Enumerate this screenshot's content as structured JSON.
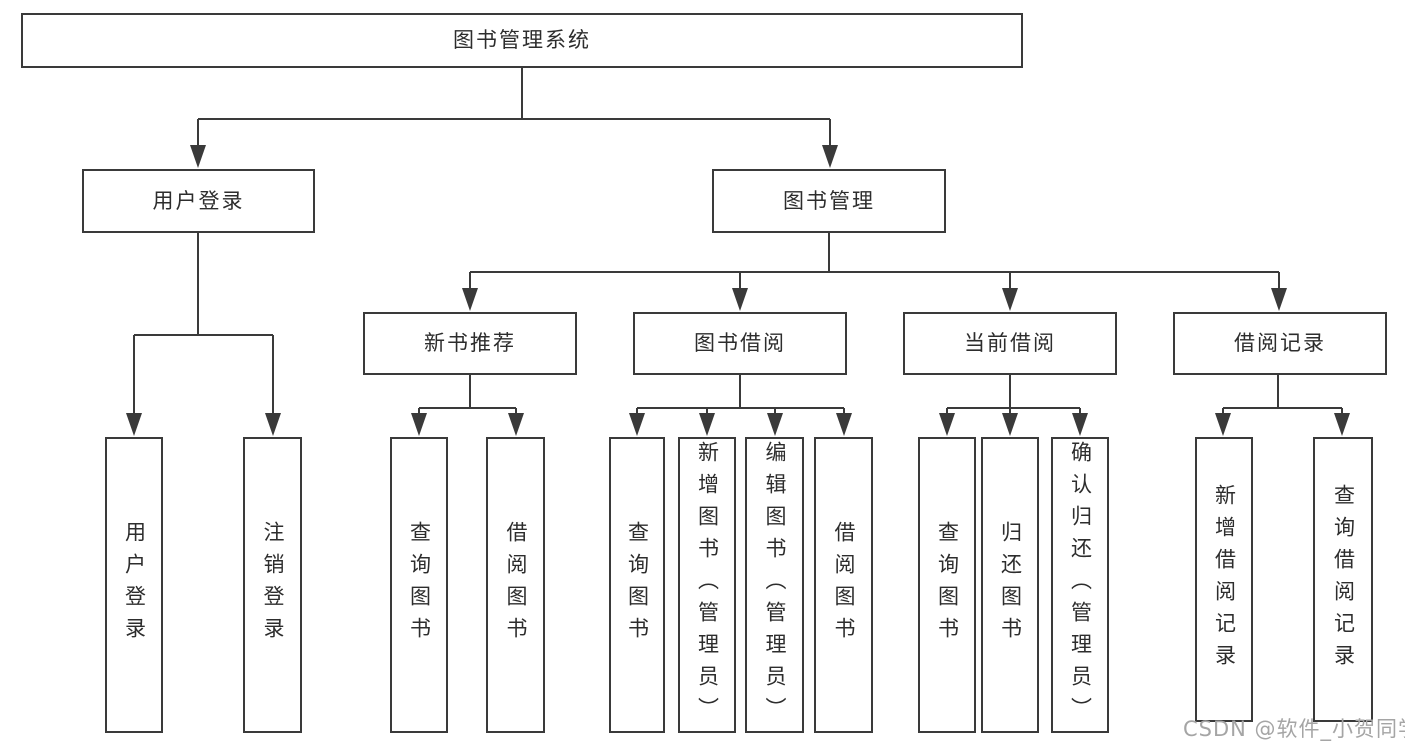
{
  "diagram": {
    "root": {
      "label": "图书管理系统"
    },
    "branches": [
      {
        "label": "用户登录",
        "children": [
          {
            "label": "用户登录"
          },
          {
            "label": "注销登录"
          }
        ]
      },
      {
        "label": "图书管理",
        "children": [
          {
            "label": "新书推荐",
            "children": [
              {
                "label": "查询图书"
              },
              {
                "label": "借阅图书"
              }
            ]
          },
          {
            "label": "图书借阅",
            "children": [
              {
                "label": "查询图书"
              },
              {
                "label": "新增图书（管理员）"
              },
              {
                "label": "编辑图书（管理员）"
              },
              {
                "label": "借阅图书"
              }
            ]
          },
          {
            "label": "当前借阅",
            "children": [
              {
                "label": "查询图书"
              },
              {
                "label": "归还图书"
              },
              {
                "label": "确认归还（管理员）"
              }
            ]
          },
          {
            "label": "借阅记录",
            "children": [
              {
                "label": "新增借阅记录"
              },
              {
                "label": "查询借阅记录"
              }
            ]
          }
        ]
      }
    ],
    "watermark": {
      "label": "CSDN @软件_小贺同学"
    },
    "colors": {
      "line": "#3a3a3a",
      "box_border": "#3a3a3a",
      "box_fill": "#ffffff",
      "text": "#2d2d2d",
      "watermark": "#a5a5a5",
      "background": "#ffffff"
    }
  }
}
